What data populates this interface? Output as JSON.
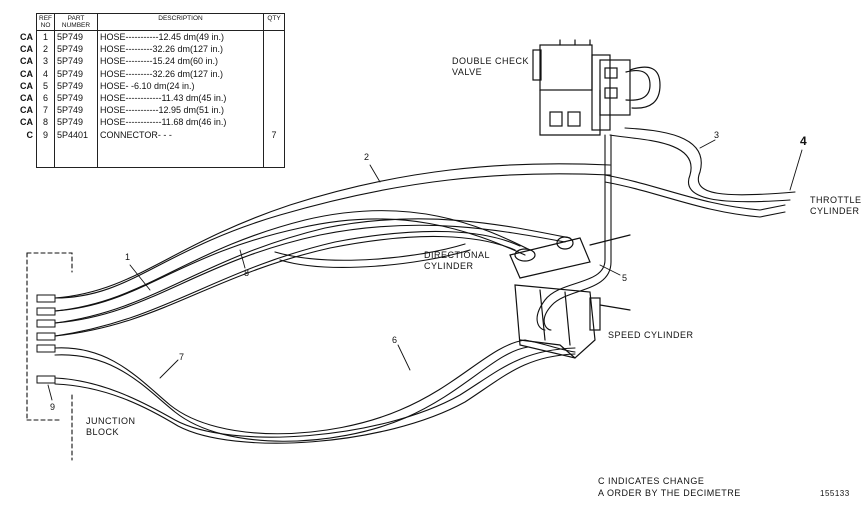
{
  "table": {
    "headers": {
      "ref": "REF\nNO",
      "part": "PART\nNUMBER",
      "description": "DESCRIPTION",
      "qty": "QTY"
    },
    "rows": [
      {
        "code": "CA",
        "ref": "1",
        "part": "5P749",
        "desc": "HOSE-----------12.45 dm(49 in.)",
        "qty": ""
      },
      {
        "code": "CA",
        "ref": "2",
        "part": "5P749",
        "desc": "HOSE---------32.26 dm(127 in.)",
        "qty": ""
      },
      {
        "code": "CA",
        "ref": "3",
        "part": "5P749",
        "desc": "HOSE---------15.24 dm(60 in.)",
        "qty": ""
      },
      {
        "code": "CA",
        "ref": "4",
        "part": "5P749",
        "desc": "HOSE---------32.26 dm(127 in.)",
        "qty": ""
      },
      {
        "code": "CA",
        "ref": "5",
        "part": "5P749",
        "desc": "HOSE-          -6.10 dm(24 in.)",
        "qty": ""
      },
      {
        "code": "CA",
        "ref": "6",
        "part": "5P749",
        "desc": "HOSE------------11.43 dm(45 in.)",
        "qty": ""
      },
      {
        "code": "CA",
        "ref": "7",
        "part": "5P749",
        "desc": "HOSE-----------12.95 dm(51 in.)",
        "qty": ""
      },
      {
        "code": "CA",
        "ref": "8",
        "part": "5P749",
        "desc": "HOSE------------11.68 dm(46 in.)",
        "qty": ""
      },
      {
        "code": "C",
        "ref": "9",
        "part": "5P4401",
        "desc": "CONNECTOR-        -         -",
        "qty": "7"
      }
    ]
  },
  "labels": {
    "double_check_valve": "DOUBLE CHECK\nVALVE",
    "throttle_cylinder": "THROTTLE\nCYLINDER",
    "directional_cylinder": "DIRECTIONAL\nCYLINDER",
    "speed_cylinder": "SPEED CYLINDER",
    "junction_block": "JUNCTION\nBLOCK",
    "footnote_c": "C INDICATES CHANGE",
    "footnote_a": "A ORDER BY THE DECIMETRE",
    "figure_number": "155133"
  },
  "callouts": [
    "1",
    "2",
    "3",
    "4",
    "5",
    "6",
    "7",
    "8",
    "9"
  ]
}
